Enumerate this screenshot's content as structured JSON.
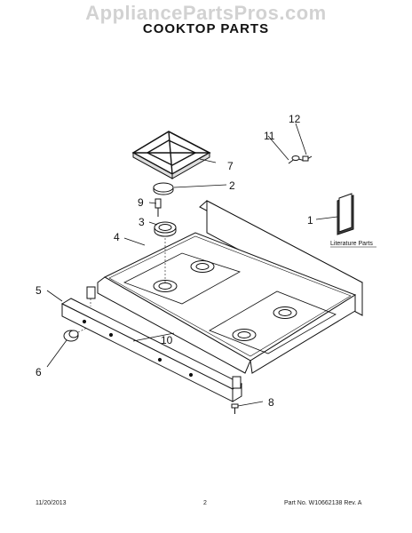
{
  "watermark": "AppliancePartsPros.com",
  "title": "COOKTOP PARTS",
  "callouts": {
    "c1": "1",
    "c2": "2",
    "c3": "3",
    "c4": "4",
    "c5": "5",
    "c6": "6",
    "c7": "7",
    "c8": "8",
    "c9": "9",
    "c10": "10",
    "c11": "11",
    "c12": "12"
  },
  "literature_label": "Literature Parts",
  "footer": {
    "date": "11/20/2013",
    "page": "2",
    "part_number": "Part No. W10662138  Rev. A"
  }
}
